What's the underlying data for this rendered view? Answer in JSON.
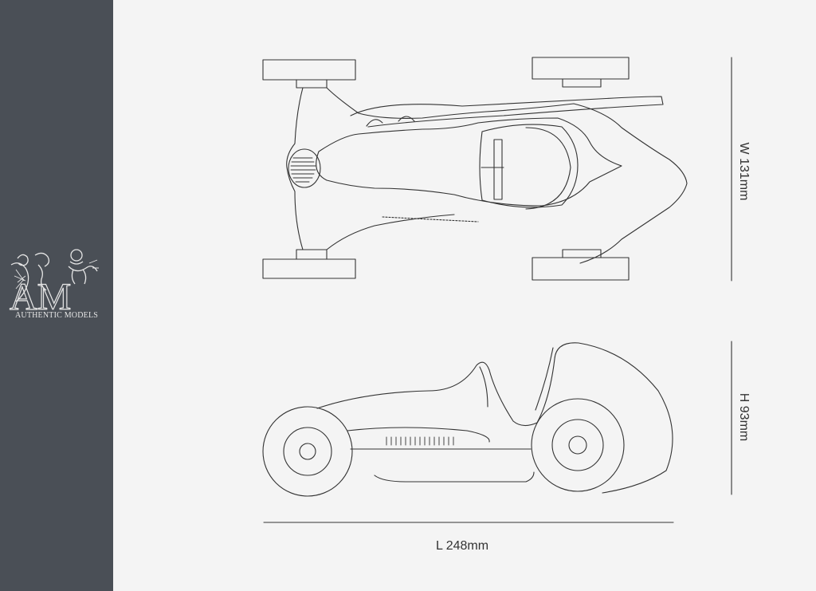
{
  "brand": {
    "name": "AUTHENTIC MODELS",
    "monogram": "AM",
    "sidebar_color": "#4a4f56"
  },
  "dimensions": {
    "width_label": "W 131mm",
    "height_label": "H 93mm",
    "length_label": "L 248mm"
  },
  "drawing": {
    "line_color": "#333333",
    "background": "#f4f4f4"
  }
}
